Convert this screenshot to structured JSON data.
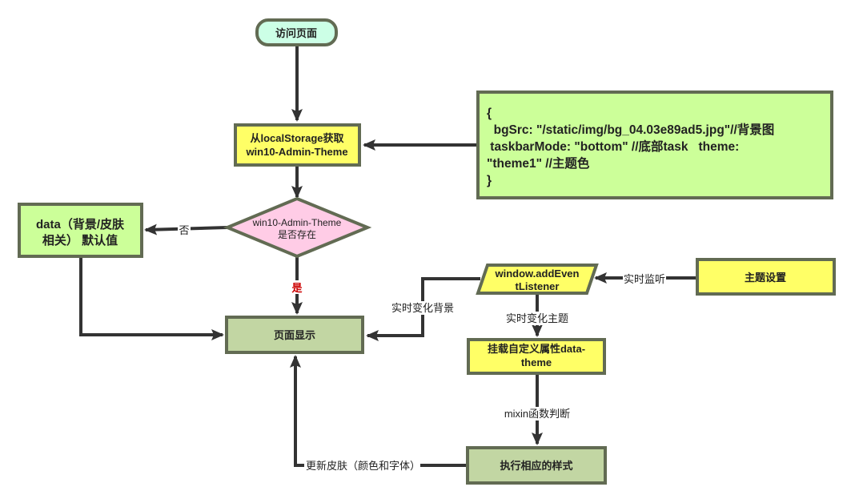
{
  "diagram": {
    "type": "flowchart",
    "nodes": {
      "visit_page": {
        "label": "访问页面",
        "shape": "rounded",
        "fill": "#ccffe6"
      },
      "get_storage": {
        "lines": [
          "从localStorage获取",
          "win10-Admin-Theme"
        ],
        "shape": "rect",
        "fill": "#ffff66"
      },
      "default_json": {
        "lines": [
          "{",
          "  bgSrc: \"/static/img/bg_04.03e89ad5.jpg\"//背景图",
          " taskbarMode: \"bottom\" //底部task   theme:",
          "\"theme1\" //主题色",
          "}"
        ],
        "shape": "rect",
        "fill": "#ccff99"
      },
      "theme_exists": {
        "lines": [
          "win10-Admin-Theme",
          "是否存在"
        ],
        "shape": "diamond",
        "fill": "#ffcce6"
      },
      "data_default": {
        "lines": [
          "data（背景/皮肤",
          "相关） 默认值"
        ],
        "shape": "rect",
        "fill": "#ccff99"
      },
      "page_display": {
        "label": "页面显示",
        "shape": "rect",
        "fill": "#c2d6a3"
      },
      "event_listener": {
        "lines": [
          "window.addEven",
          "tListener"
        ],
        "shape": "parallelogram",
        "fill": "#ffff66"
      },
      "theme_settings": {
        "label": "主题设置",
        "shape": "rect",
        "fill": "#ffff66"
      },
      "mount_attr": {
        "lines": [
          "挂载自定义属性data-",
          "theme"
        ],
        "shape": "rect",
        "fill": "#ffff66"
      },
      "apply_styles": {
        "label": "执行相应的样式",
        "shape": "rect",
        "fill": "#c2d6a3"
      }
    },
    "edges": {
      "no": {
        "label": "否",
        "color": "#222222"
      },
      "yes": {
        "label": "是",
        "color": "#cc0000"
      },
      "realtime_bg": {
        "label": "实时变化背景"
      },
      "realtime_listen": {
        "label": "实时监听"
      },
      "realtime_theme": {
        "label": "实时变化主题"
      },
      "mixin": {
        "label": "mixin函数判断"
      },
      "update_skin": {
        "label": "更新皮肤（颜色和字体）"
      }
    },
    "colors": {
      "stroke": "#626b53",
      "edge": "#333333"
    }
  }
}
